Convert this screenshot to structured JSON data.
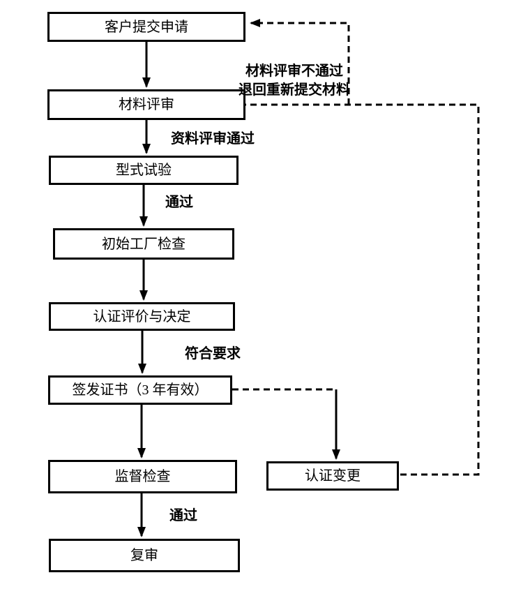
{
  "background": "#ffffff",
  "line_color": "#000000",
  "nodes": [
    {
      "id": "customer-apply",
      "label": "客户提交申请"
    },
    {
      "id": "material-review",
      "label": "材料评审"
    },
    {
      "id": "type-test",
      "label": "型式试验"
    },
    {
      "id": "initial-factory-inspection",
      "label": "初始工厂检查"
    },
    {
      "id": "evaluation-decision",
      "label": "认证评价与决定"
    },
    {
      "id": "issue-certificate",
      "label": "签发证书（3 年有效）"
    },
    {
      "id": "supervision-inspection",
      "label": "监督检查"
    },
    {
      "id": "re-review",
      "label": "复审"
    },
    {
      "id": "certification-change",
      "label": "认证变更"
    }
  ],
  "edge_labels": {
    "material_fail_line1": "材料评审不通过",
    "material_fail_line2": "退回重新提交材料",
    "material_pass": "资料评审通过",
    "type_test_pass": "通过",
    "meets_requirements": "符合要求",
    "supervision_pass": "通过"
  },
  "edges": [
    {
      "from": "customer-apply",
      "to": "material-review",
      "style": "solid-arrow"
    },
    {
      "from": "material-review",
      "to": "type-test",
      "style": "solid-arrow",
      "label": "资料评审通过"
    },
    {
      "from": "type-test",
      "to": "initial-factory-inspection",
      "style": "solid-arrow",
      "label": "通过"
    },
    {
      "from": "initial-factory-inspection",
      "to": "evaluation-decision",
      "style": "solid-arrow"
    },
    {
      "from": "evaluation-decision",
      "to": "issue-certificate",
      "style": "solid-arrow",
      "label": "符合要求"
    },
    {
      "from": "issue-certificate",
      "to": "supervision-inspection",
      "style": "solid-arrow"
    },
    {
      "from": "supervision-inspection",
      "to": "re-review",
      "style": "solid-arrow",
      "label": "通过"
    },
    {
      "from": "issue-certificate",
      "to": "certification-change",
      "style": "dashed-then-solid-arrow"
    },
    {
      "from": "certification-change",
      "to": "material-review",
      "style": "dashed"
    },
    {
      "from": "material-review",
      "to": "customer-apply",
      "style": "dashed-arrow",
      "label": "材料评审不通过 退回重新提交材料"
    }
  ]
}
